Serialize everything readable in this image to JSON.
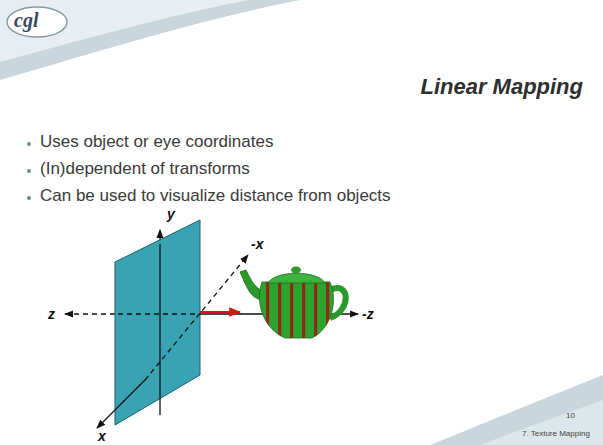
{
  "diagram": {
    "title": "Linear Mapping",
    "labels": [
      "cgl",
      "Uses object or eye coordinates",
      "(In)dependent of transforms",
      "Can be used to visualize distance from objects",
      "y",
      "-x",
      "z",
      "-z",
      "x",
      "10",
      "7. Texture Mapping"
    ]
  }
}
